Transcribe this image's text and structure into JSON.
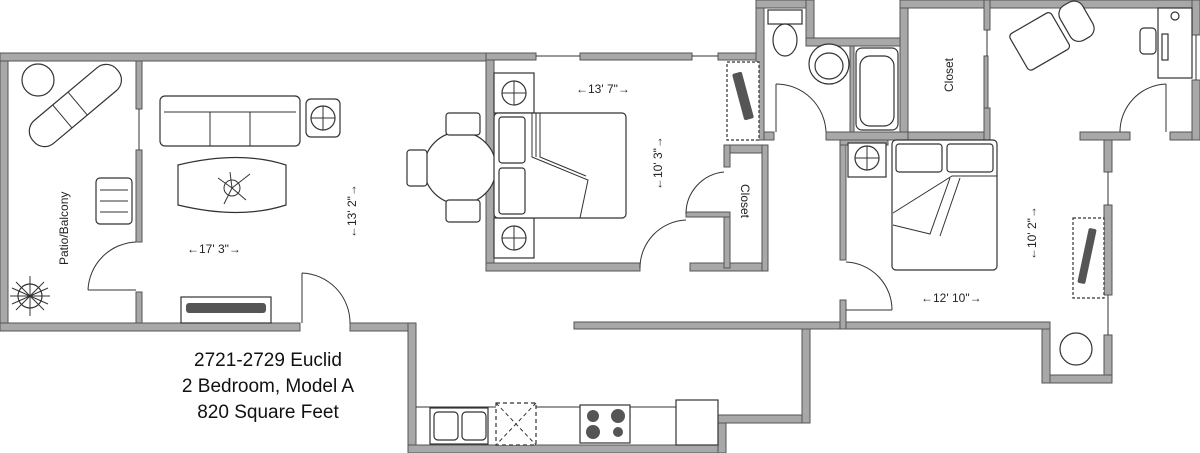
{
  "floorplan": {
    "caption": {
      "address": "2721-2729 Euclid",
      "unit_type": "2 Bedroom, Model A",
      "area": "820 Square Feet"
    },
    "rooms": [
      {
        "name": "patio_balcony",
        "label": "Patio/Balcony"
      },
      {
        "name": "living_room",
        "width_dim": "←17' 3\"→",
        "depth_dim": "←13' 2\"→"
      },
      {
        "name": "bedroom_1",
        "width_dim": "←13' 7\"→",
        "depth_dim": "←10' 3\"→"
      },
      {
        "name": "bedroom_1_closet",
        "label": "Closet"
      },
      {
        "name": "walk_in_closet",
        "label": "Closet"
      },
      {
        "name": "bedroom_2",
        "width_dim": "←12' 10\"→",
        "depth_dim": "←10' 2\"→"
      },
      {
        "name": "bathroom"
      },
      {
        "name": "kitchen"
      },
      {
        "name": "study"
      }
    ],
    "colors": {
      "wall_fill": "#a8a8a8",
      "line": "#333333",
      "background": "#ffffff"
    }
  }
}
